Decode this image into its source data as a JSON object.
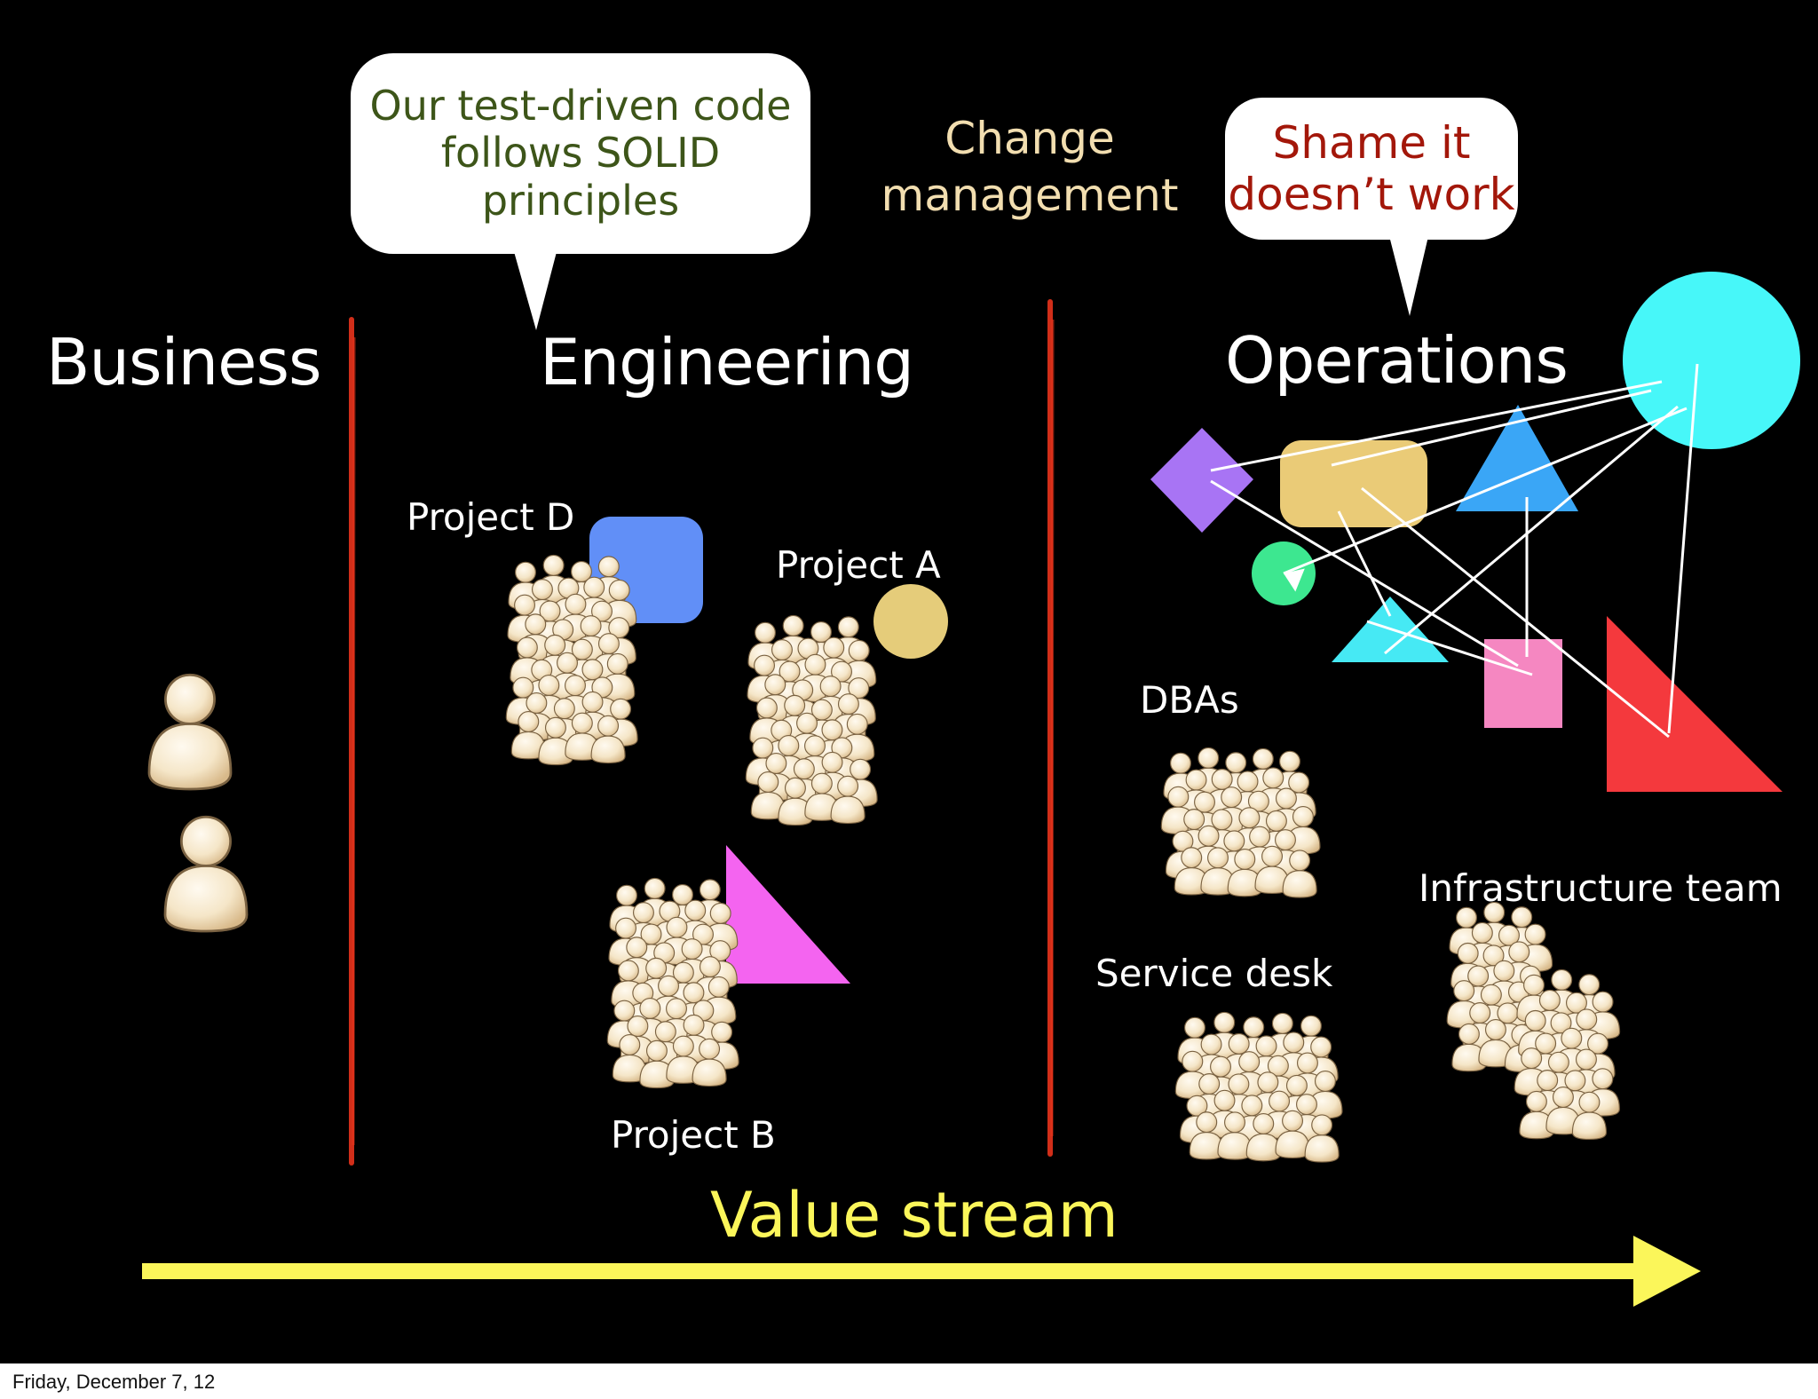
{
  "sections": {
    "business": "Business",
    "engineering": "Engineering",
    "operations": "Operations"
  },
  "speech_bubbles": {
    "engineering": {
      "lines": [
        "Our test-driven code",
        "follows SOLID",
        "principles"
      ],
      "color": "#3d5519"
    },
    "operations": {
      "lines": [
        "Shame it",
        "doesn’t work"
      ],
      "color": "#a3170a"
    }
  },
  "change_management": {
    "lines": [
      "Change",
      "management"
    ],
    "color": "#f2deb0"
  },
  "groups": {
    "project_d": "Project D",
    "project_a": "Project A",
    "project_b": "Project B",
    "dbas": "DBAs",
    "service_desk": "Service desk",
    "infrastructure_team": "Infrastructure team"
  },
  "value_stream": {
    "label": "Value stream",
    "color": "#fbf65a"
  },
  "divider_color": "#e8341c",
  "shape_colors": {
    "blue_square": "#618ff7",
    "yellow_circle": "#e5cc7a",
    "magenta_triangle": "#f464f0",
    "purple_diamond": "#a874f4",
    "yellow_rect": "#eacb77",
    "blue_triangle": "#3aa6f6",
    "cyan_circle": "#47f7f9",
    "green_circle": "#3de790",
    "cyan_triangle": "#46e9f4",
    "pink_square": "#f587c1",
    "red_triangle": "#f4393d"
  },
  "people_color": "#f5e6c8",
  "footer": {
    "date": "Friday, December 7, 12"
  }
}
